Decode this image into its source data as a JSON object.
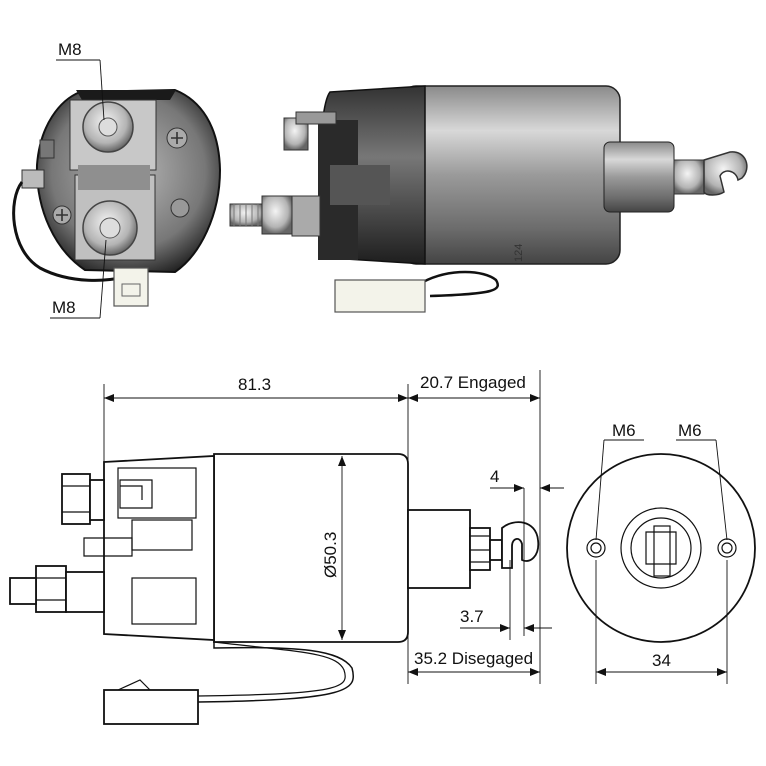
{
  "photo_labels": {
    "top_terminal": "M8",
    "bottom_terminal": "M8"
  },
  "dimensions": {
    "overall_length": "81.3",
    "engaged": "20.7 Engaged",
    "disengaged": "35.2 Disegaged",
    "diameter": "Ø50.3",
    "gap_4": "4",
    "gap_3_7": "3.7",
    "hole_spacing": "34",
    "hole_left": "M6",
    "hole_right": "M6"
  }
}
